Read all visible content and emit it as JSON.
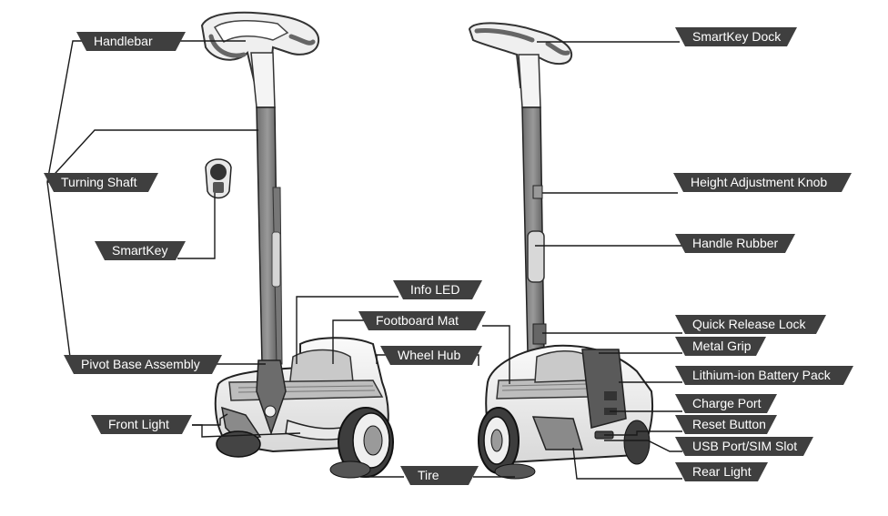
{
  "labels": {
    "handlebar": "Handlebar",
    "turning_shaft": "Turning Shaft",
    "smartkey": "SmartKey",
    "pivot_base_assembly": "Pivot Base Assembly",
    "front_light": "Front Light",
    "info_led": "Info LED",
    "footboard_mat": "Footboard Mat",
    "wheel_hub": "Wheel Hub",
    "tire": "Tire",
    "smartkey_dock": "SmartKey Dock",
    "height_adjustment_knob": "Height Adjustment Knob",
    "handle_rubber": "Handle Rubber",
    "quick_release_lock": "Quick Release Lock",
    "metal_grip": "Metal Grip",
    "lithium_ion_battery_pack": "Lithium-ion Battery Pack",
    "charge_port": "Charge Port",
    "reset_button": "Reset Button",
    "usb_port_sim_slot": "USB Port/SIM Slot",
    "rear_light": "Rear Light"
  },
  "colors": {
    "label_bg": "#3f3f3f",
    "label_text": "#ffffff",
    "leader_line": "#1a1a1a",
    "body_light": "#f2f2f2",
    "body_mid": "#bdbdbd",
    "body_dark": "#555555"
  }
}
